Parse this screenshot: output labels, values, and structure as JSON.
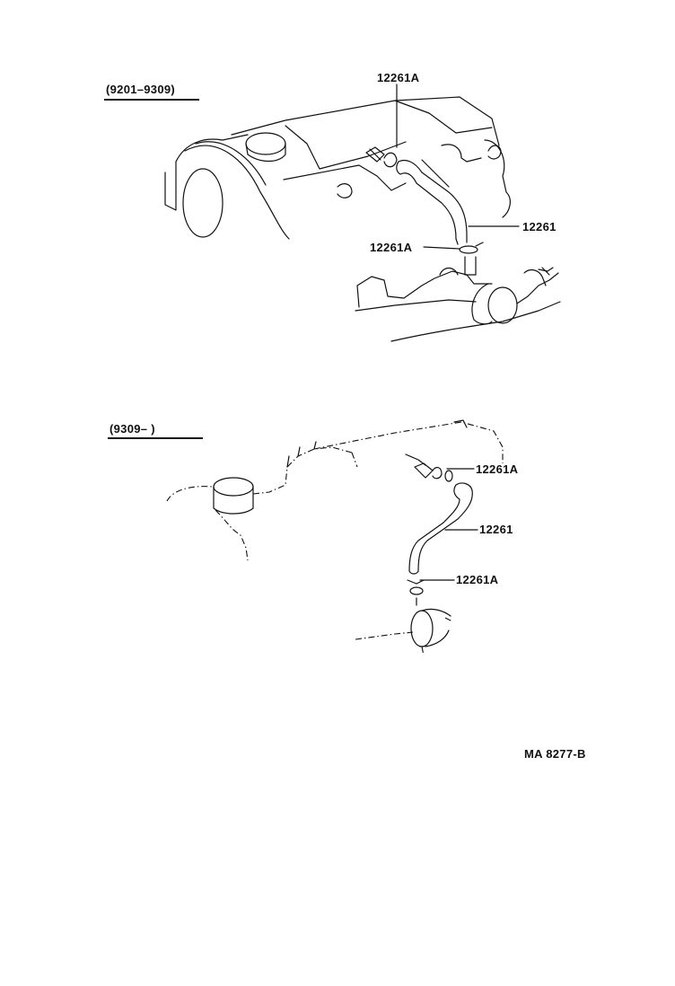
{
  "sections": [
    {
      "range_label": "(9201–9309)",
      "parts": {
        "clamp_top": "12261A",
        "hose": "12261",
        "clamp_bottom": "12261A"
      }
    },
    {
      "range_label": "(9309–     )",
      "parts": {
        "clamp_top": "12261A",
        "hose": "12261",
        "clamp_bottom": "12261A"
      }
    }
  ],
  "figure_code": "MA 8277-B"
}
